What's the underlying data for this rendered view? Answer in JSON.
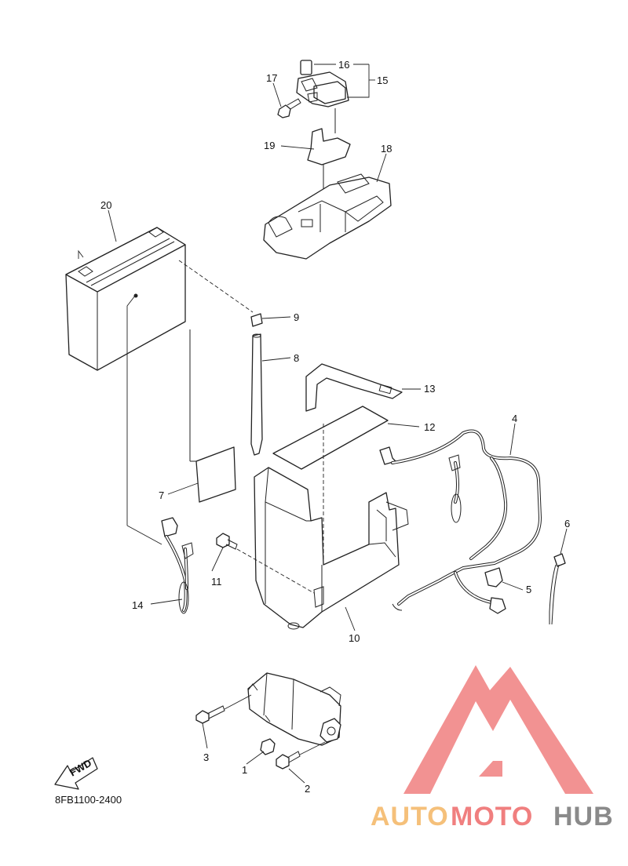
{
  "diagram": {
    "drawing_code": "8FB1100-2400",
    "fwd_label": "FWD",
    "callouts": [
      "1",
      "2",
      "3",
      "4",
      "5",
      "6",
      "7",
      "8",
      "9",
      "10",
      "11",
      "12",
      "13",
      "14",
      "15",
      "16",
      "17",
      "18",
      "19",
      "20"
    ]
  },
  "watermark": {
    "text_auto": "AUTO",
    "text_moto": "MOTO",
    "text_hub": "HUB",
    "color_primary": "#f07f7f",
    "color_secondary": "#f5c07a",
    "color_dark": "#8a8a8a"
  }
}
